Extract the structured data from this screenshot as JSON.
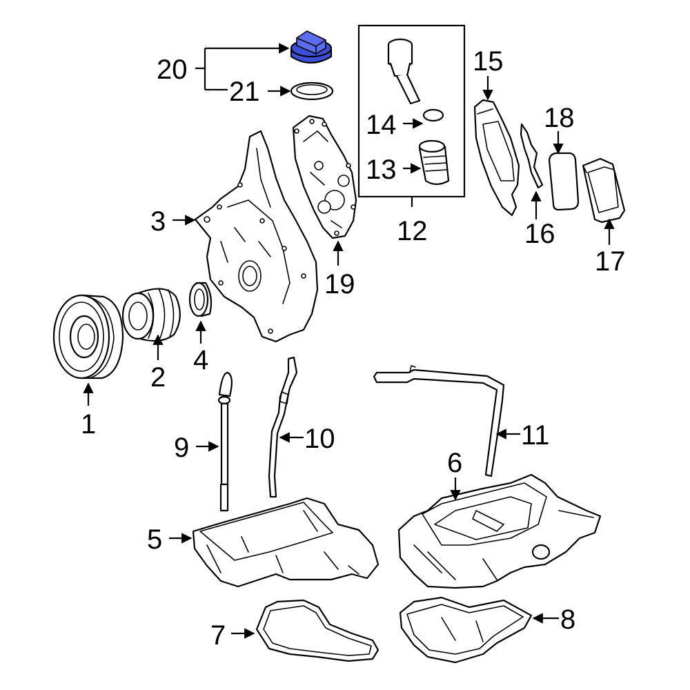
{
  "callouts": {
    "c1": "1",
    "c2": "2",
    "c3": "3",
    "c4": "4",
    "c5": "5",
    "c6": "6",
    "c7": "7",
    "c8": "8",
    "c9": "9",
    "c10": "10",
    "c11": "11",
    "c12": "12",
    "c13": "13",
    "c14": "14",
    "c15": "15",
    "c16": "16",
    "c17": "17",
    "c18": "18",
    "c19": "19",
    "c20": "20",
    "c21": "21"
  },
  "highlight_color": "#3d4fd6",
  "highlighted_part": "20"
}
